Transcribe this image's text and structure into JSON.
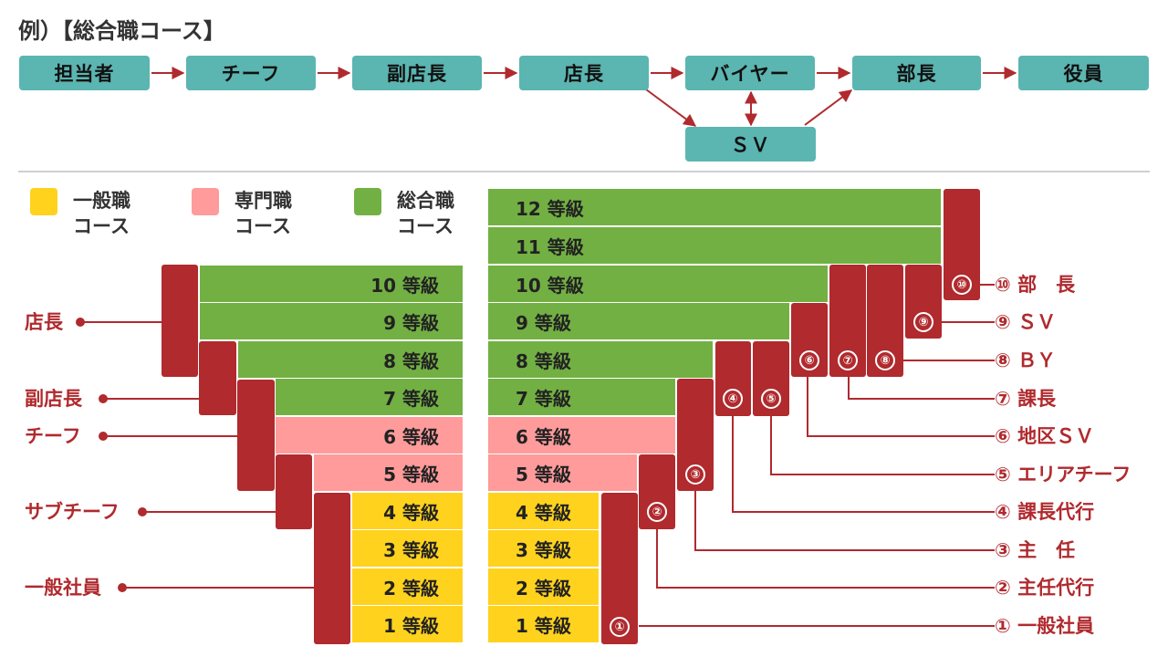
{
  "title": "例）【総合職コース】",
  "flow": {
    "steps": [
      "担当者",
      "チーフ",
      "副店長",
      "店長",
      "バイヤー",
      "部長",
      "役員"
    ],
    "sv": "ＳＶ"
  },
  "legend": [
    {
      "line1": "一般職",
      "line2": "コース",
      "color": "#ffd21e"
    },
    {
      "line1": "専門職",
      "line2": "コース",
      "color": "#ff9b9b"
    },
    {
      "line1": "総合職",
      "line2": "コース",
      "color": "#72b043"
    }
  ],
  "left_grades": [
    "10 等級",
    "9 等級",
    "8 等級",
    "7 等級",
    "6 等級",
    "5 等級",
    "4 等級",
    "3 等級",
    "2 等級",
    "1 等級"
  ],
  "right_grades": [
    "12 等級",
    "11 等級",
    "10 等級",
    "9 等級",
    "8 等級",
    "7 等級",
    "6 等級",
    "5 等級",
    "4 等級",
    "3 等級",
    "2 等級",
    "1 等級"
  ],
  "left_positions": [
    "店長",
    "副店長",
    "チーフ",
    "サブチーフ",
    "一般社員"
  ],
  "badges": [
    "①",
    "②",
    "③",
    "④",
    "⑤",
    "⑥",
    "⑦",
    "⑧",
    "⑨",
    "⑩"
  ],
  "right_positions": [
    "⑩ 部　長",
    "⑨ ＳＶ",
    "⑧ ＢＹ",
    "⑦ 課長",
    "⑥ 地区ＳＶ",
    "⑤ エリアチーフ",
    "④ 課長代行",
    "③ 主　任",
    "② 主任代行",
    "① 一般社員"
  ],
  "colors": {
    "flow": "#5bb5b1",
    "red": "#b02a2e",
    "green": "#72b043",
    "pink": "#ff9b9b",
    "yellow": "#ffd21e"
  }
}
